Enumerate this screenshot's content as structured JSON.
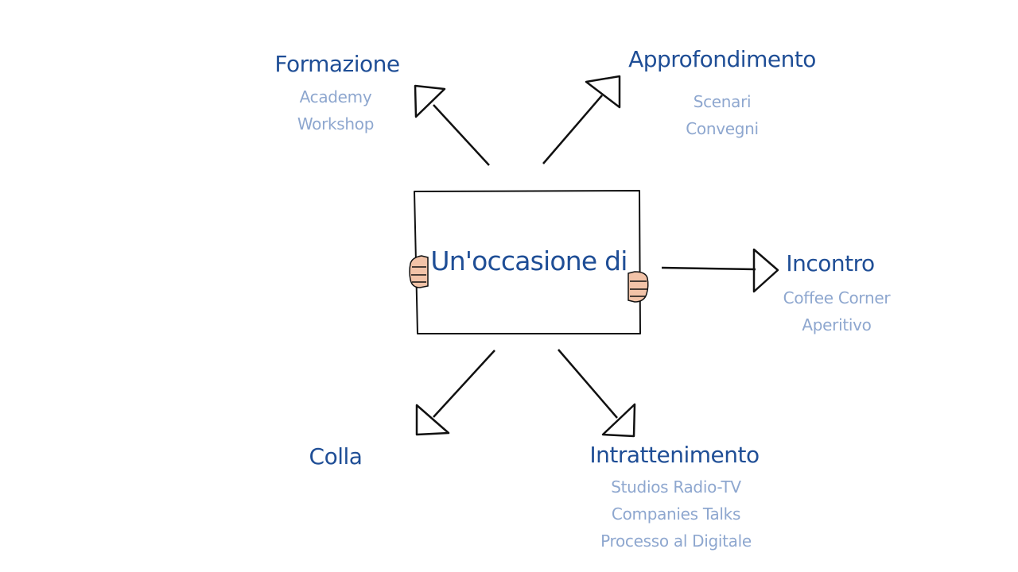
{
  "center": {
    "label": "Un'occasione di"
  },
  "branches": {
    "formazione": {
      "title": "Formazione",
      "items": [
        "Academy",
        "Workshop"
      ]
    },
    "approfondimento": {
      "title": "Approfondimento",
      "items": [
        "Scenari",
        "Convegni"
      ]
    },
    "incontro": {
      "title": "Incontro",
      "items": [
        "Coffee Corner",
        "Aperitivo"
      ]
    },
    "colla": {
      "title": "Colla",
      "items": []
    },
    "intrattenimento": {
      "title": "Intrattenimento",
      "items": [
        "Studios Radio-TV",
        "Companies Talks",
        "Processo al Digitale"
      ]
    }
  },
  "colors": {
    "title": "#1f4e96",
    "subtitle": "#8ea7cf",
    "stroke": "#111111",
    "hand": "#f2c3a8"
  }
}
